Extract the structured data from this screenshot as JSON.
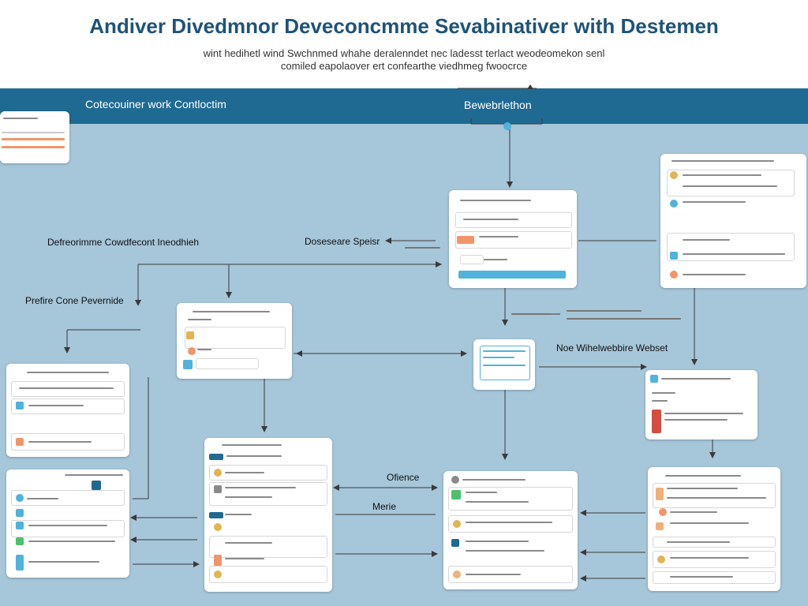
{
  "header": {
    "title": "Andiver Divedmnor Deveconcmme Sevabinativer with Destemen",
    "subtitle_line1": "wint hedihetl wind Swchnmed whahe deralenndet nec ladesst terlact weodeomekon senl",
    "subtitle_line2": "comiled eapolaover ert confearthe viedhmeg fwoocrce",
    "band_left_label": "Cotecouiner work Contloctim",
    "band_right_label": "Bewebrlethon"
  },
  "labels": {
    "deferred_conversion": "Defreorimme Cowdfecont Ineodhieh",
    "dosesare_speisr": "Doseseare Speisr",
    "prefire_cone": "Prefire Cone Pevernide",
    "no_website": "Noe Wihelwebbire Webset",
    "ofience": "Ofience",
    "merie": "Merie"
  },
  "colors": {
    "background": "#a6c6da",
    "header_band": "#1f6a92",
    "title": "#1f5377",
    "accent_blue": "#4fb3dc",
    "accent_orange": "#f0956a",
    "accent_green": "#4cc06a"
  }
}
